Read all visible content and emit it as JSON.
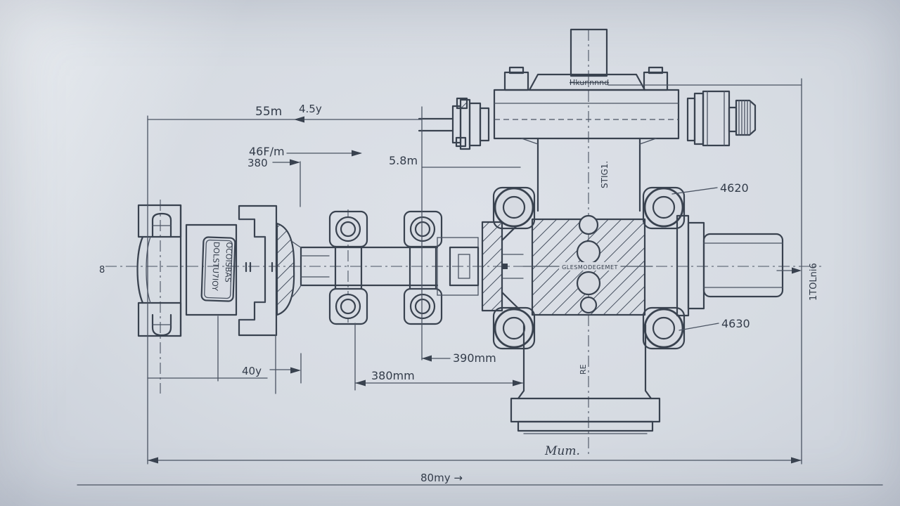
{
  "colors": {
    "background": "#d6dbe2",
    "line": "#39424f",
    "text": "#333c4a"
  },
  "labels": {
    "dim_top_width": "55m",
    "dim_top_note": "4.5y",
    "dim_left_a": "46F/m",
    "dim_left_b": "380",
    "dim_stem": "5.8m",
    "callout_upper_bolt": "4620",
    "callout_lower_bolt": "4630",
    "dim_rod": "390mm",
    "dim_body": "380mm",
    "dim_flange": "40y",
    "dim_base": "Mum.",
    "dim_overall": "80my →",
    "dim_left_height": "8",
    "dim_right_height": "1TOLni6",
    "label_column": "STIG1.",
    "label_outlet": "RE",
    "label_center": "GLESMODEGEMET",
    "label_cap": "Hkunnnnd",
    "plate_line1": "DOLSTU7IOY",
    "plate_line2": "OCOISBAS"
  }
}
